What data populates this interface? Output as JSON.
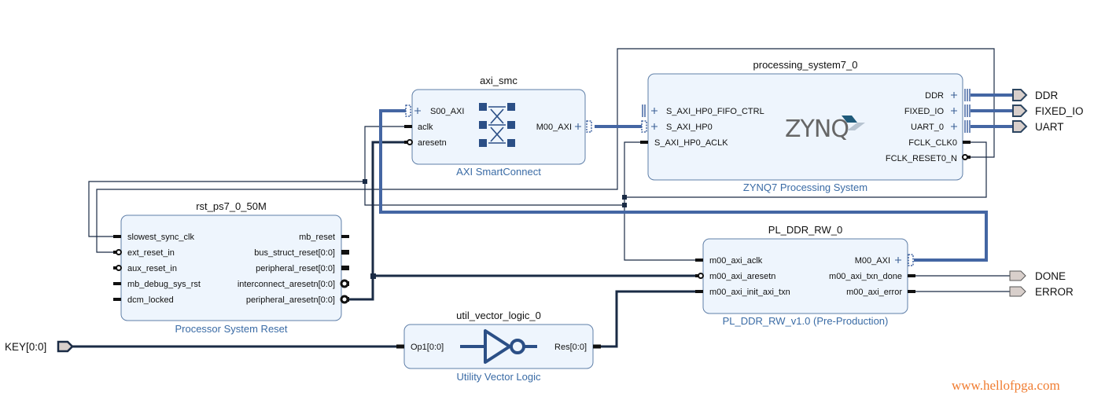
{
  "blocks": {
    "axi_smc": {
      "instance": "axi_smc",
      "type": "AXI SmartConnect",
      "pins_left": [
        "S00_AXI",
        "aclk",
        "aresetn"
      ],
      "pins_right": [
        "M00_AXI"
      ]
    },
    "ps7": {
      "instance": "processing_system7_0",
      "type": "ZYNQ7 Processing System",
      "logo": "ZYNQ",
      "pins_left": [
        "S_AXI_HP0_FIFO_CTRL",
        "S_AXI_HP0",
        "S_AXI_HP0_ACLK"
      ],
      "pins_right": [
        "DDR",
        "FIXED_IO",
        "UART_0",
        "FCLK_CLK0",
        "FCLK_RESET0_N"
      ]
    },
    "rst": {
      "instance": "rst_ps7_0_50M",
      "type": "Processor System Reset",
      "pins_left": [
        "slowest_sync_clk",
        "ext_reset_in",
        "aux_reset_in",
        "mb_debug_sys_rst",
        "dcm_locked"
      ],
      "pins_right": [
        "mb_reset",
        "bus_struct_reset[0:0]",
        "peripheral_reset[0:0]",
        "interconnect_aresetn[0:0]",
        "peripheral_aresetn[0:0]"
      ]
    },
    "pl_ddr": {
      "instance": "PL_DDR_RW_0",
      "type": "PL_DDR_RW_v1.0 (Pre-Production)",
      "pins_left": [
        "m00_axi_aclk",
        "m00_axi_aresetn",
        "m00_axi_init_axi_txn"
      ],
      "pins_right": [
        "M00_AXI",
        "m00_axi_txn_done",
        "m00_axi_error"
      ]
    },
    "util": {
      "instance": "util_vector_logic_0",
      "type": "Utility Vector Logic",
      "pins_left": [
        "Op1[0:0]"
      ],
      "pins_right": [
        "Res[0:0]"
      ]
    }
  },
  "external_ports": {
    "ddr": "DDR",
    "fixed_io": "FIXED_IO",
    "uart": "UART",
    "done": "DONE",
    "error": "ERROR",
    "key": "KEY[0:0]"
  },
  "watermark": "www.hellofpga.com"
}
